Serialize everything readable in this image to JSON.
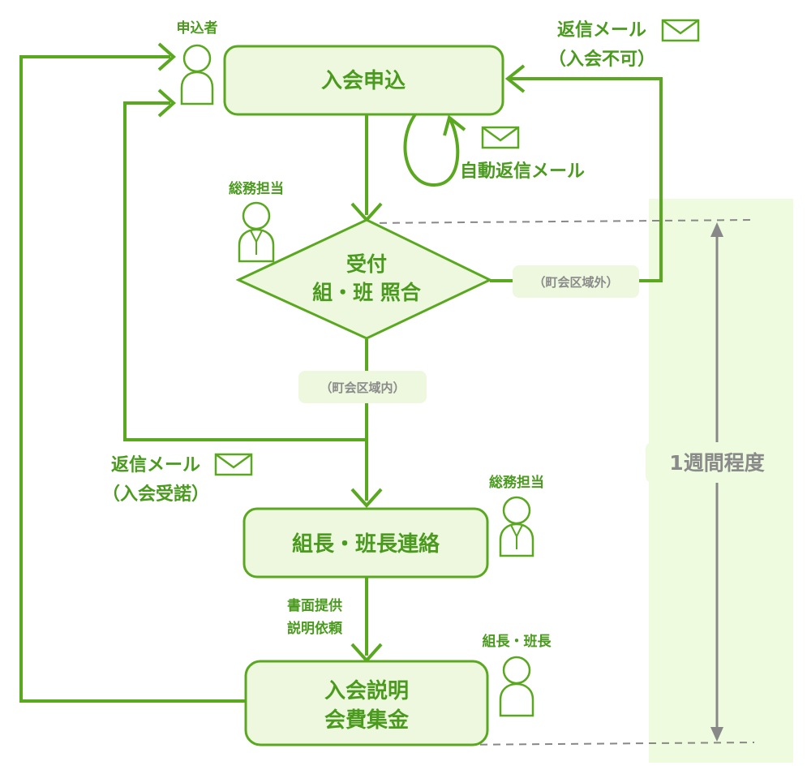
{
  "colors": {
    "accent": "#5aa81f",
    "box_fill": "#edf8df",
    "text_green": "#4a9a1e",
    "gray": "#8a8a8a",
    "period_band": "#eefbdf"
  },
  "nodes": {
    "apply": "入会申込",
    "reception_line1": "受付",
    "reception_line2": "組・班 照合",
    "contact": "組長・班長連絡",
    "explain_line1": "入会説明",
    "explain_line2": "会費集金"
  },
  "actors": {
    "applicant": "申込者",
    "general_affairs_1": "総務担当",
    "general_affairs_2": "総務担当",
    "leaders": "組長・班長"
  },
  "labels": {
    "auto_reply": "自動返信メール",
    "reply_reject_line1": "返信メール",
    "reply_reject_line2": "（入会不可）",
    "reply_accept_line1": "返信メール",
    "reply_accept_line2": "（入会受諾）",
    "outside_area": "（町会区域外）",
    "inside_area": "（町会区域内）",
    "documents_line1": "書面提供",
    "documents_line2": "説明依頼",
    "duration": "1週間程度"
  },
  "icons": {
    "person": "person-icon",
    "envelope": "envelope-icon"
  }
}
